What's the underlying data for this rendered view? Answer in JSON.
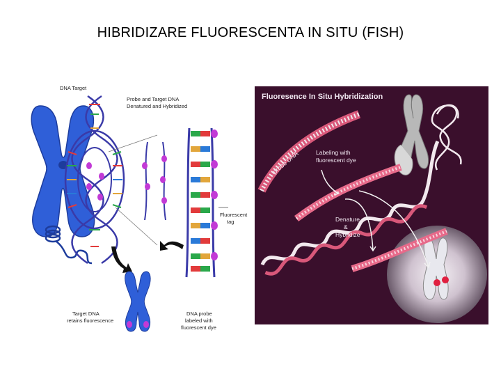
{
  "slide": {
    "title": "HIBRIDIZARE FLUORESCENTA IN SITU (FISH)"
  },
  "left_figure": {
    "label_dna_target": "DNA Target",
    "label_probe_target_line1": "Probe and Target DNA",
    "label_probe_target_line2": "Denatured and Hybridized",
    "label_fluorescent_line1": "Fluorescent",
    "label_fluorescent_line2": "tag",
    "label_target_retains_line1": "Target DNA",
    "label_target_retains_line2": "retains fluorescence",
    "label_probe_labeled_line1": "DNA probe",
    "label_probe_labeled_line2": "labeled with",
    "label_probe_labeled_line3": "fluorescent dye",
    "colors": {
      "chromosome": "#2f5fd8",
      "backbone": "#3a3aa8",
      "fluor": "#c23ad6"
    }
  },
  "right_figure": {
    "title": "Fluoresence In Situ Hybridization",
    "label_probe_dna": "probe DNA",
    "label_labeling_line1": "Labeling with",
    "label_labeling_line2": "fluorescent dye",
    "label_denature_line1": "Denature",
    "label_denature_line2": "&",
    "label_denature_line3": "Hybridize",
    "colors": {
      "background": "#3a0f2c",
      "strand_pink": "#d9587a",
      "strand_white": "#f2e9ee"
    }
  }
}
